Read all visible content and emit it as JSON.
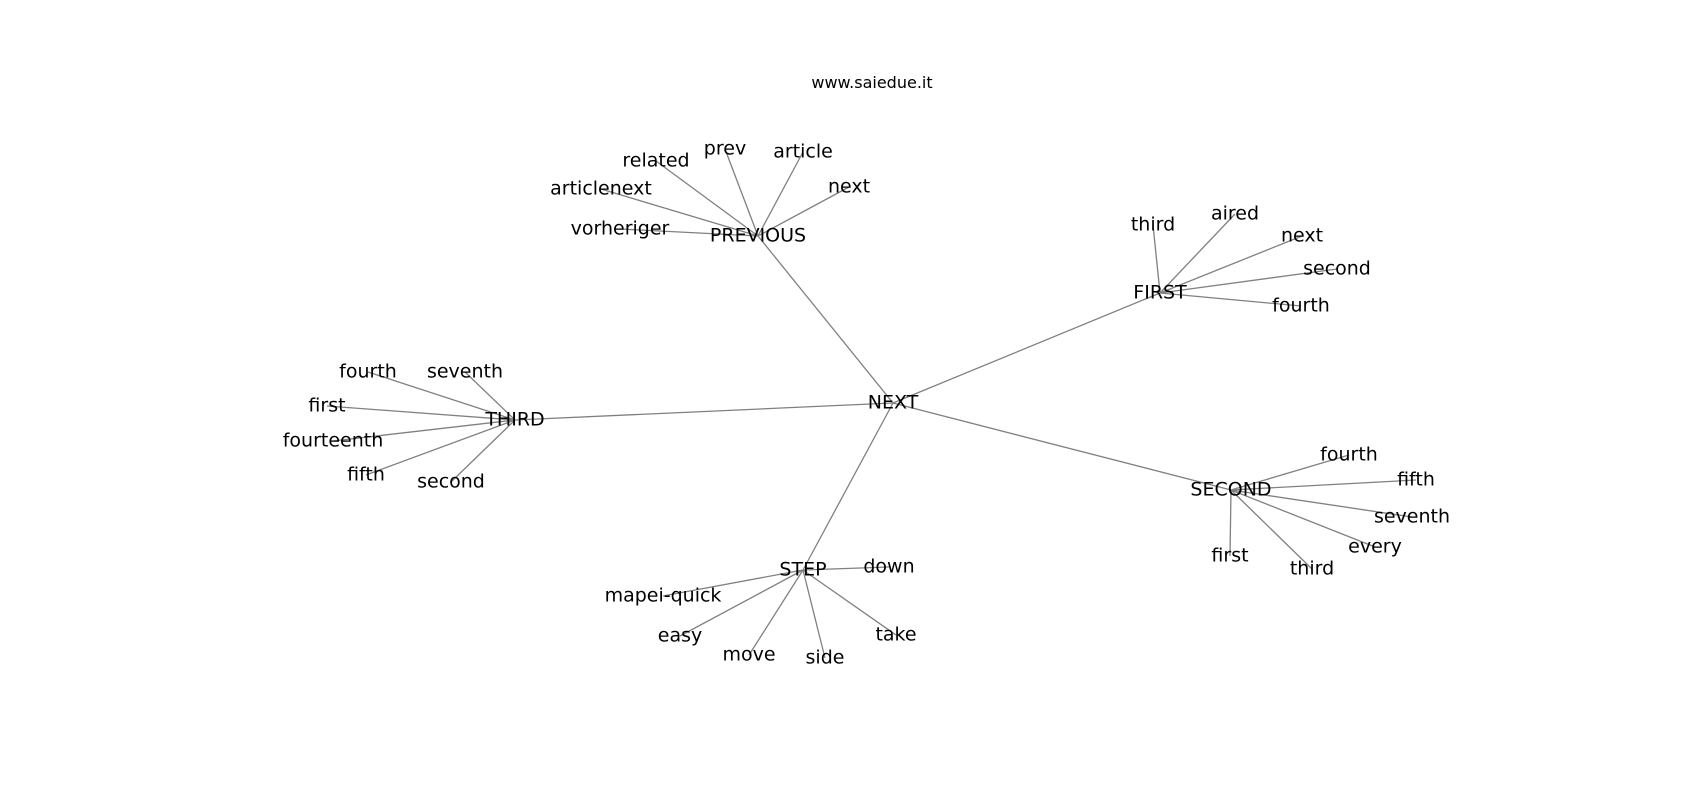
{
  "header": {
    "title": "www.saiedue.it"
  },
  "graph": {
    "center": "NEXT",
    "hubs": [
      {
        "id": "previous",
        "label": "PREVIOUS",
        "leaves": [
          "related",
          "prev",
          "article",
          "next",
          "articlenext",
          "vorheriger"
        ]
      },
      {
        "id": "first",
        "label": "FIRST",
        "leaves": [
          "third",
          "aired",
          "next",
          "second",
          "fourth"
        ]
      },
      {
        "id": "third",
        "label": "THIRD",
        "leaves": [
          "fourth",
          "seventh",
          "first",
          "fourteenth",
          "fifth",
          "second"
        ]
      },
      {
        "id": "second",
        "label": "SECOND",
        "leaves": [
          "fourth",
          "fifth",
          "seventh",
          "every",
          "third",
          "first"
        ]
      },
      {
        "id": "step",
        "label": "STEP",
        "leaves": [
          "down",
          "mapei-quick",
          "easy",
          "move",
          "side",
          "take"
        ]
      }
    ]
  },
  "colors": {
    "edge": "#808080",
    "text": "#000000",
    "background": "#ffffff"
  }
}
